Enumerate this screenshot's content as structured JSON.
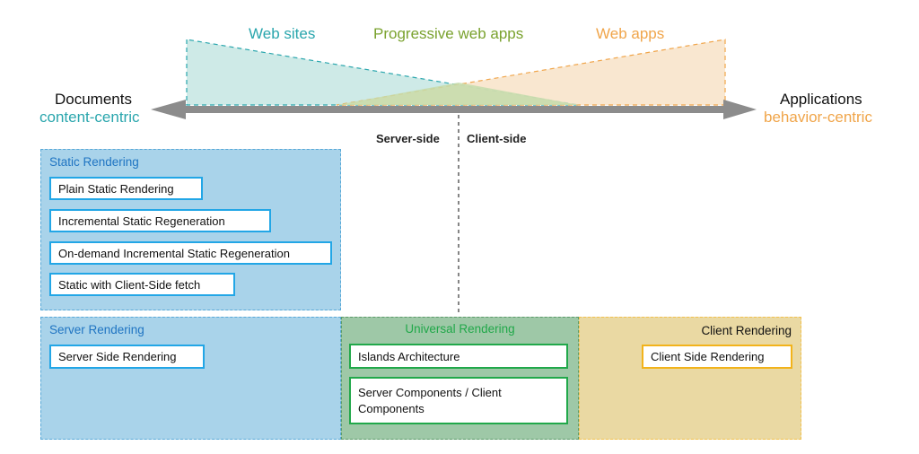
{
  "spectrum": {
    "left_title": "Documents",
    "left_subtitle": "content-centric",
    "right_title": "Applications",
    "right_subtitle": "behavior-centric",
    "zones": {
      "web_sites": "Web sites",
      "pwa": "Progressive web apps",
      "web_apps": "Web apps"
    },
    "server_side": "Server-side",
    "client_side": "Client-side"
  },
  "static_rendering": {
    "title": "Static Rendering",
    "items": [
      "Plain Static Rendering",
      "Incremental Static Regeneration",
      "On-demand Incremental Static Regeneration",
      "Static with Client-Side fetch"
    ]
  },
  "server_rendering": {
    "title": "Server Rendering",
    "items": [
      "Server Side Rendering"
    ]
  },
  "universal_rendering": {
    "title": "Universal Rendering",
    "items": [
      "Islands Architecture",
      "Server Components / Client Components"
    ]
  },
  "client_rendering": {
    "title": "Client Rendering",
    "items": [
      "Client Side Rendering"
    ]
  },
  "colors": {
    "teal": "#2aa6ad",
    "green": "#7aa22e",
    "orange": "#f0a54a",
    "blue_panel": "#a9d3ea",
    "green_panel": "#9ec8a7",
    "orange_panel": "#ead9a3"
  }
}
